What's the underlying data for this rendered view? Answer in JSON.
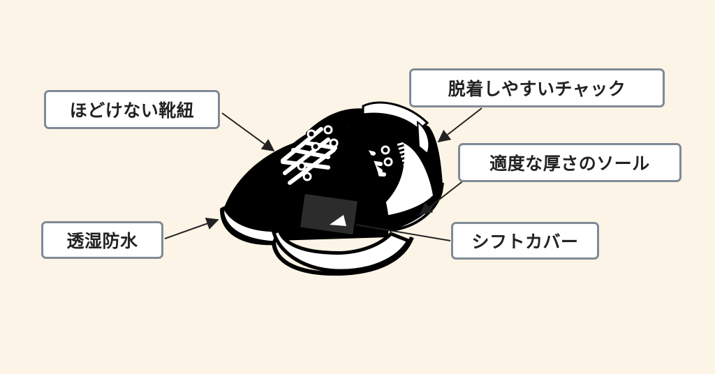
{
  "labels": {
    "laces": "ほどけない靴紐",
    "zipper": "脱着しやすいチャック",
    "sole": "適度な厚さのソール",
    "shift_cover": "シフトカバー",
    "waterproof": "透湿防水"
  },
  "colors": {
    "background": "#fcf4e6",
    "label_border": "#7f8a96",
    "label_fill": "#ffffff",
    "shoe": "#000000",
    "shift_cover": "#2c2c2c"
  }
}
